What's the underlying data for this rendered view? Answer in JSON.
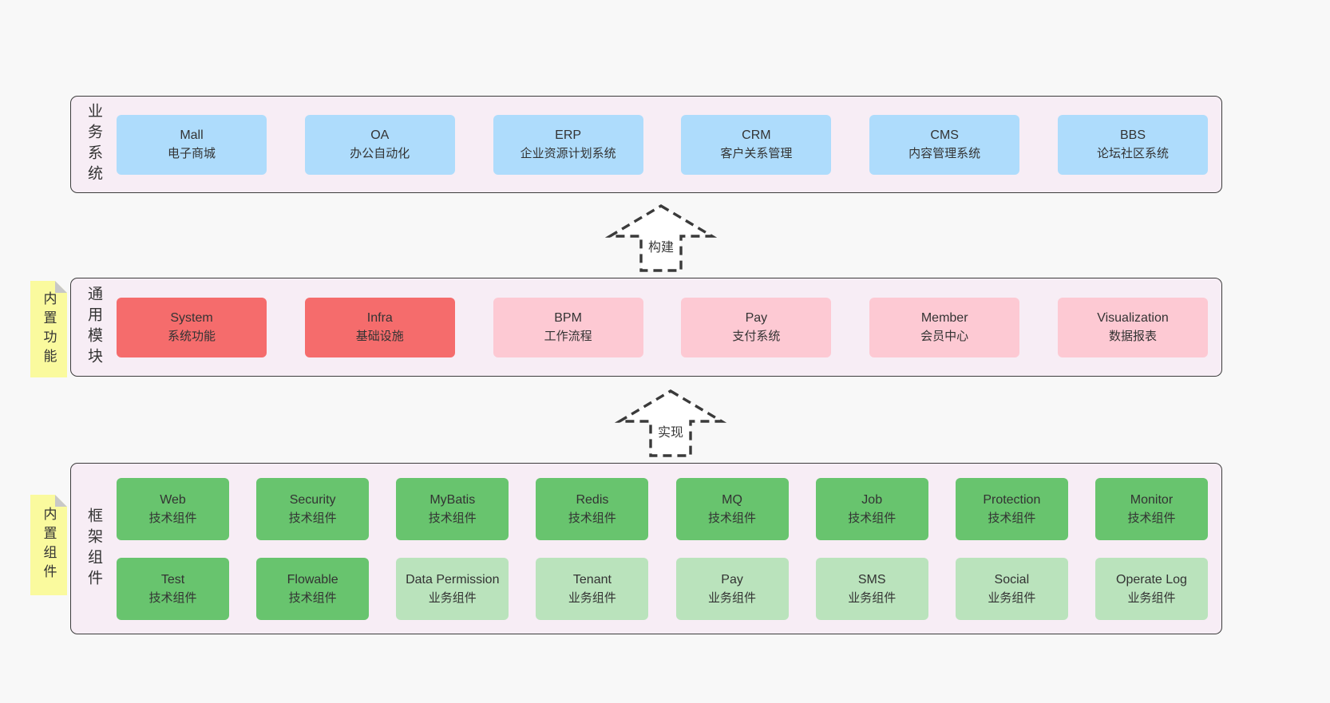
{
  "bands": {
    "business": {
      "label": "业务系统",
      "boxes": [
        {
          "title": "Mall",
          "subtitle": "电子商城",
          "variant": "blue"
        },
        {
          "title": "OA",
          "subtitle": "办公自动化",
          "variant": "blue"
        },
        {
          "title": "ERP",
          "subtitle": "企业资源计划系统",
          "variant": "blue"
        },
        {
          "title": "CRM",
          "subtitle": "客户关系管理",
          "variant": "blue"
        },
        {
          "title": "CMS",
          "subtitle": "内容管理系统",
          "variant": "blue"
        },
        {
          "title": "BBS",
          "subtitle": "论坛社区系统",
          "variant": "blue"
        }
      ]
    },
    "modules": {
      "label": "通用模块",
      "note": "内置功能",
      "boxes": [
        {
          "title": "System",
          "subtitle": "系统功能",
          "variant": "red"
        },
        {
          "title": "Infra",
          "subtitle": "基础设施",
          "variant": "red"
        },
        {
          "title": "BPM",
          "subtitle": "工作流程",
          "variant": "pink"
        },
        {
          "title": "Pay",
          "subtitle": "支付系统",
          "variant": "pink"
        },
        {
          "title": "Member",
          "subtitle": "会员中心",
          "variant": "pink"
        },
        {
          "title": "Visualization",
          "subtitle": "数据报表",
          "variant": "pink"
        }
      ]
    },
    "components": {
      "label": "框架组件",
      "note": "内置组件",
      "row1": [
        {
          "title": "Web",
          "subtitle": "技术组件",
          "variant": "green-dark"
        },
        {
          "title": "Security",
          "subtitle": "技术组件",
          "variant": "green-dark"
        },
        {
          "title": "MyBatis",
          "subtitle": "技术组件",
          "variant": "green-dark"
        },
        {
          "title": "Redis",
          "subtitle": "技术组件",
          "variant": "green-dark"
        },
        {
          "title": "MQ",
          "subtitle": "技术组件",
          "variant": "green-dark"
        },
        {
          "title": "Job",
          "subtitle": "技术组件",
          "variant": "green-dark"
        },
        {
          "title": "Protection",
          "subtitle": "技术组件",
          "variant": "green-dark"
        },
        {
          "title": "Monitor",
          "subtitle": "技术组件",
          "variant": "green-dark"
        }
      ],
      "row2": [
        {
          "title": "Test",
          "subtitle": "技术组件",
          "variant": "green-dark"
        },
        {
          "title": "Flowable",
          "subtitle": "技术组件",
          "variant": "green-dark"
        },
        {
          "title": "Data Permission",
          "subtitle": "业务组件",
          "variant": "green-light"
        },
        {
          "title": "Tenant",
          "subtitle": "业务组件",
          "variant": "green-light"
        },
        {
          "title": "Pay",
          "subtitle": "业务组件",
          "variant": "green-light"
        },
        {
          "title": "SMS",
          "subtitle": "业务组件",
          "variant": "green-light"
        },
        {
          "title": "Social",
          "subtitle": "业务组件",
          "variant": "green-light"
        },
        {
          "title": "Operate Log",
          "subtitle": "业务组件",
          "variant": "green-light"
        }
      ]
    }
  },
  "arrows": {
    "build": "构建",
    "implement": "实现"
  },
  "colors": {
    "page_bg": "#f8f8f8",
    "band_bg": "#f7edf5",
    "band_border": "#3c3c3c",
    "blue": "#aedcfc",
    "red": "#f56c6c",
    "pink": "#fdc9d3",
    "green_dark": "#68c46e",
    "green_light": "#bae3bc",
    "note_yellow": "#fafa9e",
    "text": "#333333"
  }
}
